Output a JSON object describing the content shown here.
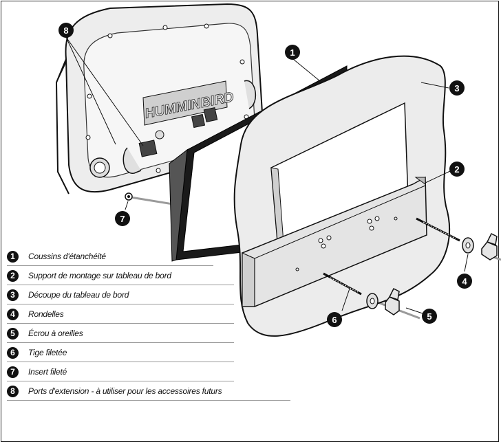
{
  "brand_logo": "HUMMINBIRD",
  "callouts": [
    "1",
    "2",
    "3",
    "4",
    "5",
    "6",
    "7",
    "8"
  ],
  "legend": [
    {
      "num": "1",
      "text": "Coussins d'étanchéité"
    },
    {
      "num": "2",
      "text": "Support de montage sur tableau de bord"
    },
    {
      "num": "3",
      "text": "Découpe du tableau de bord"
    },
    {
      "num": "4",
      "text": "Rondelles"
    },
    {
      "num": "5",
      "text": "Écrou à oreilles"
    },
    {
      "num": "6",
      "text": "Tige filetée"
    },
    {
      "num": "7",
      "text": "Insert fileté"
    },
    {
      "num": "8",
      "text": "Ports d'extension - à utiliser pour les accessoires futurs"
    }
  ]
}
